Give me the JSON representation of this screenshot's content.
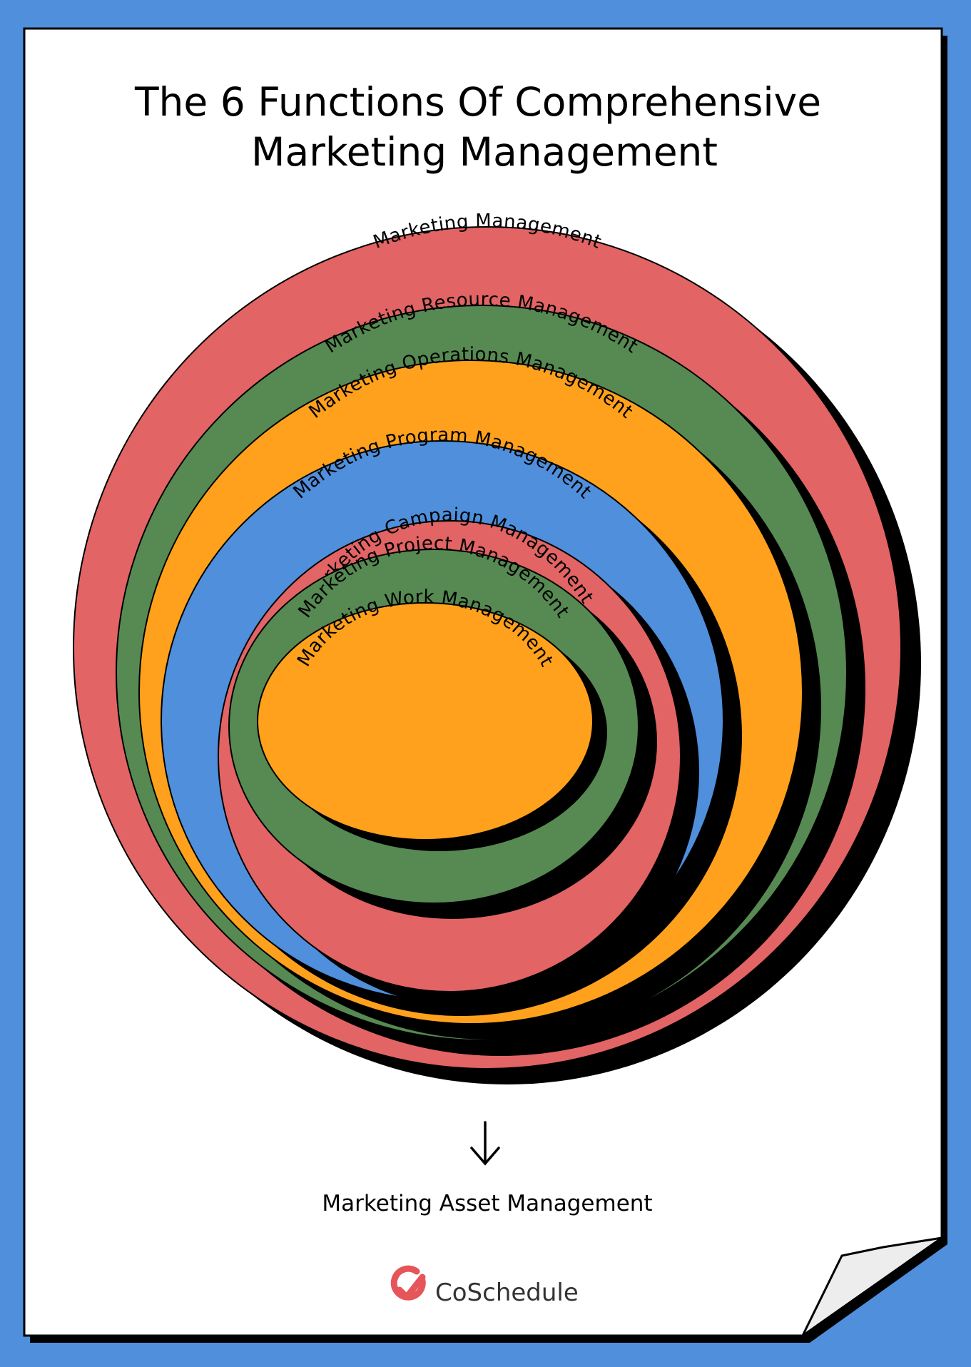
{
  "title_lines": [
    "The 6 Functions Of Comprehensive",
    "Marketing Management"
  ],
  "rings": [
    {
      "label": "Marketing  Management",
      "color": "#e26464"
    },
    {
      "label": "Marketing Resource Management",
      "color": "#568a52"
    },
    {
      "label": "Marketing Operations Management",
      "color": "#ffa11c"
    },
    {
      "label": "Marketing Program Management",
      "color": "#4f8fdc"
    },
    {
      "label": "Marketing Campaign Management",
      "color": "#e26464"
    },
    {
      "label": "Marketing Project Management",
      "color": "#568a52"
    },
    {
      "label": "Marketing Work Management",
      "color": "#ffa11c"
    }
  ],
  "arrow_icon": "arrow-down-icon",
  "footer_label": "Marketing Asset Management",
  "brand": {
    "name": "CoSchedule",
    "logo_icon": "coschedule-check-logo",
    "logo_color": "#e5555a"
  },
  "colors": {
    "background": "#4f8fdc",
    "page": "#ffffff",
    "page_curl": "#ededed",
    "outline": "#000000"
  }
}
